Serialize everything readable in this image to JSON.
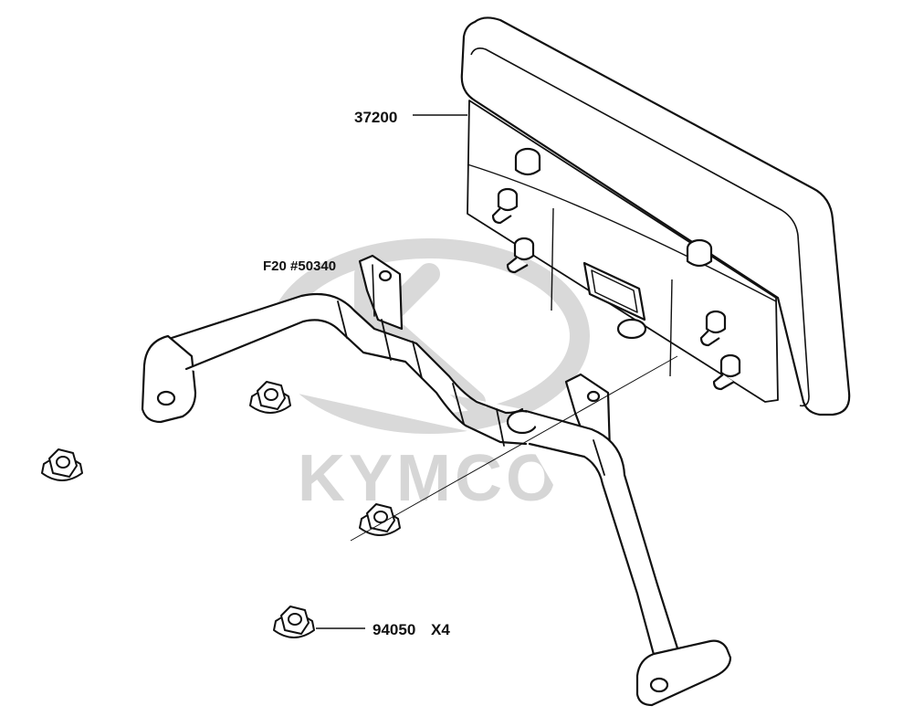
{
  "watermark": {
    "text": "KYMCO",
    "color": "#d6d6d6"
  },
  "callouts": {
    "meter": "37200",
    "bracket": "F20 #50340",
    "nut": "94050",
    "nut_qty": "X4"
  },
  "colors": {
    "line": "#111111",
    "leader": "#111111"
  }
}
